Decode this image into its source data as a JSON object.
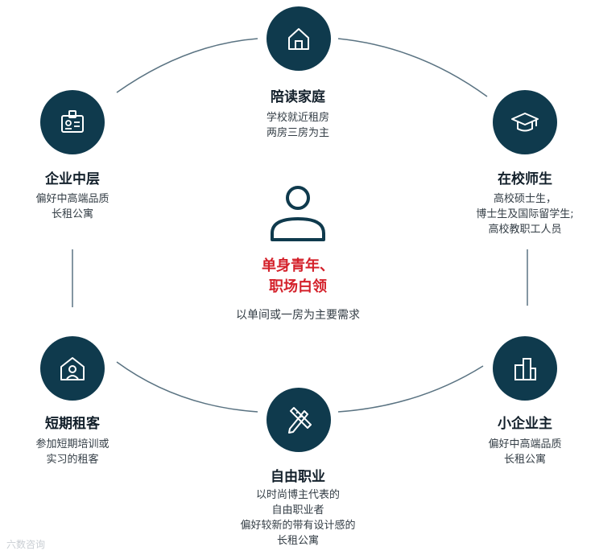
{
  "center": {
    "icon": "person-icon",
    "title_lines": [
      "单身青年、",
      "职场白领"
    ],
    "description": "以单间或一房为主要需求"
  },
  "nodes": [
    {
      "icon": "house-icon",
      "title": "陪读家庭",
      "desc_lines": [
        "学校就近租房",
        "两房三房为主"
      ]
    },
    {
      "icon": "graduation-cap-icon",
      "title": "在校师生",
      "desc_lines": [
        "高校硕士生，",
        "博士生及国际留学生;",
        "高校教职工人员"
      ]
    },
    {
      "icon": "buildings-icon",
      "title": "小企业主",
      "desc_lines": [
        "偏好中高端品质",
        "长租公寓"
      ]
    },
    {
      "icon": "pencil-ruler-icon",
      "title": "自由职业",
      "desc_lines": [
        "以时尚博主代表的",
        "自由职业者",
        "偏好较新的带有设计感的",
        "长租公寓"
      ]
    },
    {
      "icon": "home-person-icon",
      "title": "短期租客",
      "desc_lines": [
        "参加短期培训或",
        "实习的租客"
      ]
    },
    {
      "icon": "id-badge-icon",
      "title": "企业中层",
      "desc_lines": [
        "偏好中高端品质",
        "长租公寓"
      ]
    }
  ],
  "watermark": "六数咨询",
  "colors": {
    "circle": "#0f3a4d",
    "accent": "#d4202a",
    "line": "#5a7382"
  }
}
